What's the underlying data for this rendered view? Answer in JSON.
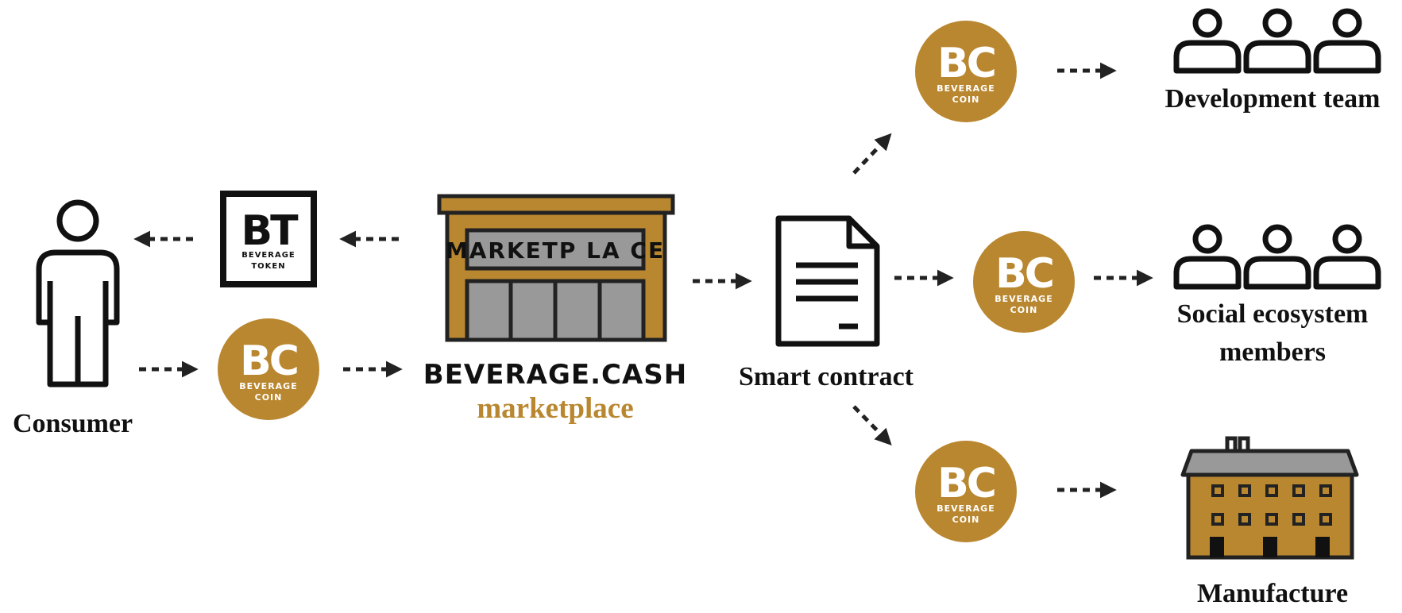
{
  "colors": {
    "gold": "#b98730",
    "dark": "#111111",
    "gray": "#999999",
    "arrow": "#222222"
  },
  "icons": {
    "person": "person-outline-icon",
    "people": "people-group-icon",
    "store": "marketplace-store-icon",
    "document": "smart-contract-document-icon",
    "factory": "factory-building-icon"
  },
  "tokens": {
    "bt": {
      "big": "BT",
      "line1": "BEVERAGE",
      "line2": "TOKEN"
    },
    "bc": {
      "big": "BC",
      "line1": "BEVERAGE",
      "line2": "COIN"
    }
  },
  "store_sign": "MARKETP LA CE",
  "labels": {
    "consumer": "Consumer",
    "brand": "BEVERAGE.CASH",
    "brand_sub": "marketplace",
    "smart_contract": "Smart contract",
    "development_team": "Development team",
    "social_line1": "Social ecosystem",
    "social_line2": "members",
    "manufacture": "Manufacture"
  }
}
